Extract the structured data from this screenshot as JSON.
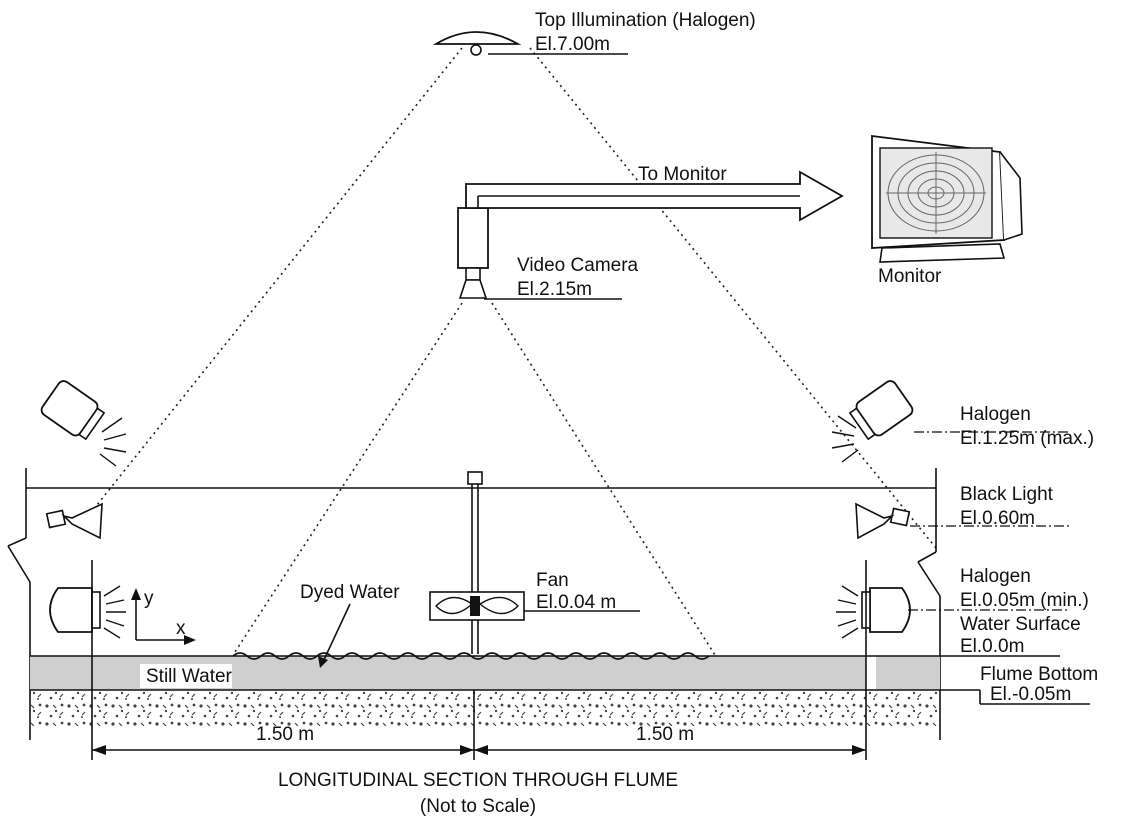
{
  "labels": {
    "top_illumination": "Top Illumination (Halogen)",
    "top_illumination_el": "El.7.00m",
    "to_monitor": "To Monitor",
    "monitor": "Monitor",
    "video_camera": "Video Camera",
    "video_camera_el": "El.2.15m",
    "halogen_upper": "Halogen",
    "halogen_upper_el": "El.1.25m (max.)",
    "black_light": "Black Light",
    "black_light_el": "El.0.60m",
    "halogen_lower": "Halogen",
    "halogen_lower_el": "El.0.05m (min.)",
    "water_surface": "Water Surface",
    "water_surface_el": "El.0.0m",
    "flume_bottom": "Flume Bottom",
    "flume_bottom_el": "El.-0.05m",
    "fan": "Fan",
    "fan_el": "El.0.04 m",
    "dyed_water": "Dyed Water",
    "still_water": "Still Water",
    "axis_y": "y",
    "axis_x": "x",
    "dim_left": "1.50 m",
    "dim_right": "1.50 m",
    "caption_line1": "LONGITUDINAL SECTION THROUGH FLUME",
    "caption_line2": "(Not to Scale)"
  }
}
